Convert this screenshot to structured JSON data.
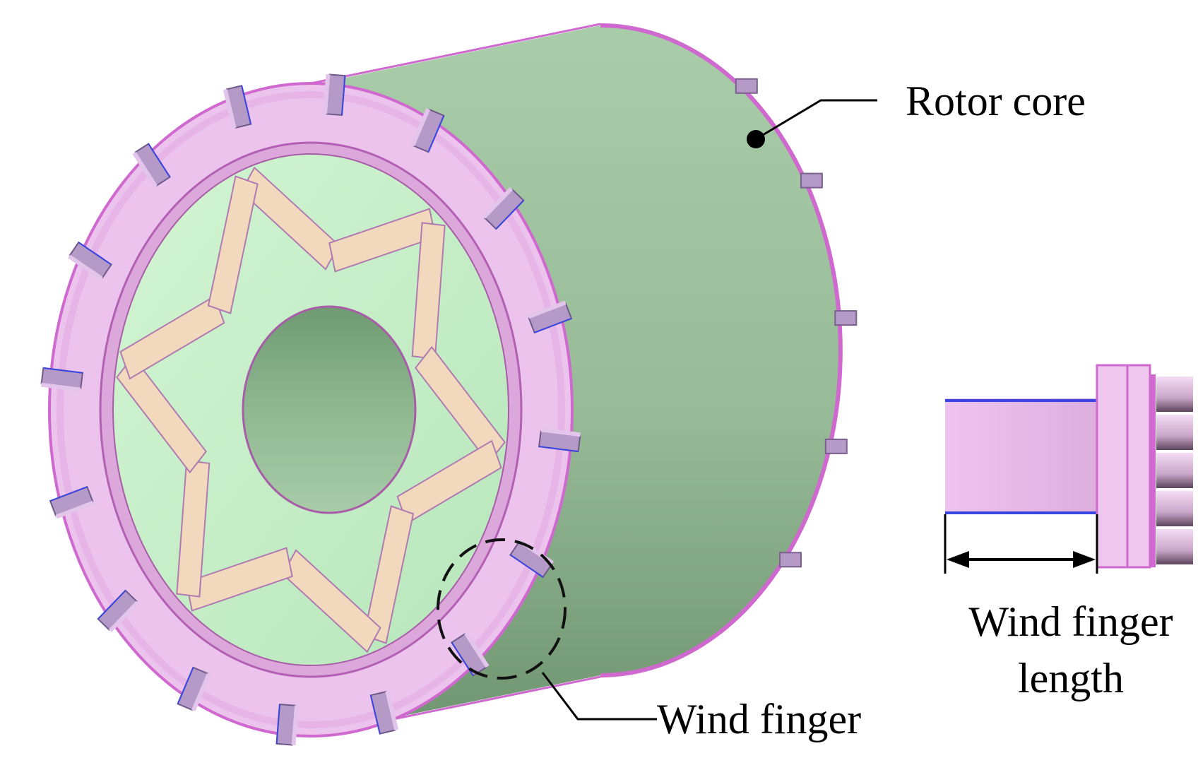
{
  "labels": {
    "rotor_core": "Rotor core",
    "wind_finger": "Wind finger",
    "wind_finger_length_line1": "Wind finger",
    "wind_finger_length_line2": "length"
  },
  "colors": {
    "core_body": "#a1c4a1",
    "core_shadow": "#7fa680",
    "core_face": "#c6eec8",
    "ring": "#ecc3ec",
    "ring_edge": "#cf68cf",
    "magnet": "#f2d9bd",
    "finger": "#b59ac8",
    "blue_edge": "#3a46e0"
  },
  "counts": {
    "wind_fingers": 16,
    "magnet_poles": 6
  }
}
